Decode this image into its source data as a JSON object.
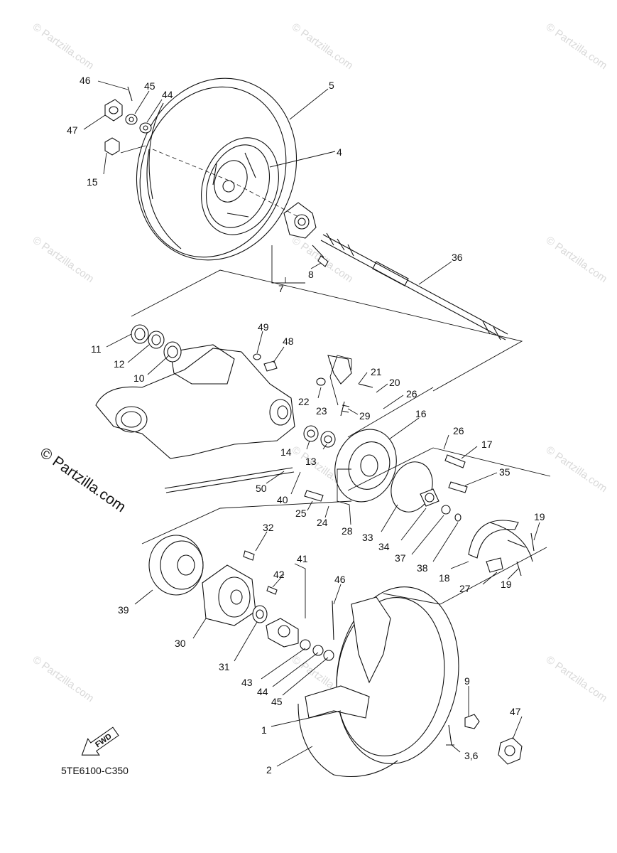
{
  "watermark": "© Partzilla.com",
  "brand": "© Partzilla.com",
  "diagram_code": "5TE6100-C350",
  "fwd_label": "FWD",
  "callouts": {
    "c46a": "46",
    "c45a": "45",
    "c44a": "44",
    "c5": "5",
    "c47a": "47",
    "c15": "15",
    "c4": "4",
    "c36": "36",
    "c8": "8",
    "c7": "7",
    "c49": "49",
    "c48": "48",
    "c11": "11",
    "c12": "12",
    "c10": "10",
    "c21": "21",
    "c20": "20",
    "c26a": "26",
    "c22": "22",
    "c23": "23",
    "c29": "29",
    "c16": "16",
    "c26b": "26",
    "c17": "17",
    "c14": "14",
    "c13": "13",
    "c35": "35",
    "c50": "50",
    "c40": "40",
    "c25": "25",
    "c24": "24",
    "c28": "28",
    "c33": "33",
    "c34": "34",
    "c37": "37",
    "c38": "38",
    "c19a": "19",
    "c18": "18",
    "c27": "27",
    "c19b": "19",
    "c32": "32",
    "c41": "41",
    "c42": "42",
    "c46b": "46",
    "c39": "39",
    "c30": "30",
    "c31": "31",
    "c43": "43",
    "c44b": "44",
    "c45b": "45",
    "c9": "9",
    "c47b": "47",
    "c1": "1",
    "c36b": "3,6",
    "c2": "2"
  }
}
